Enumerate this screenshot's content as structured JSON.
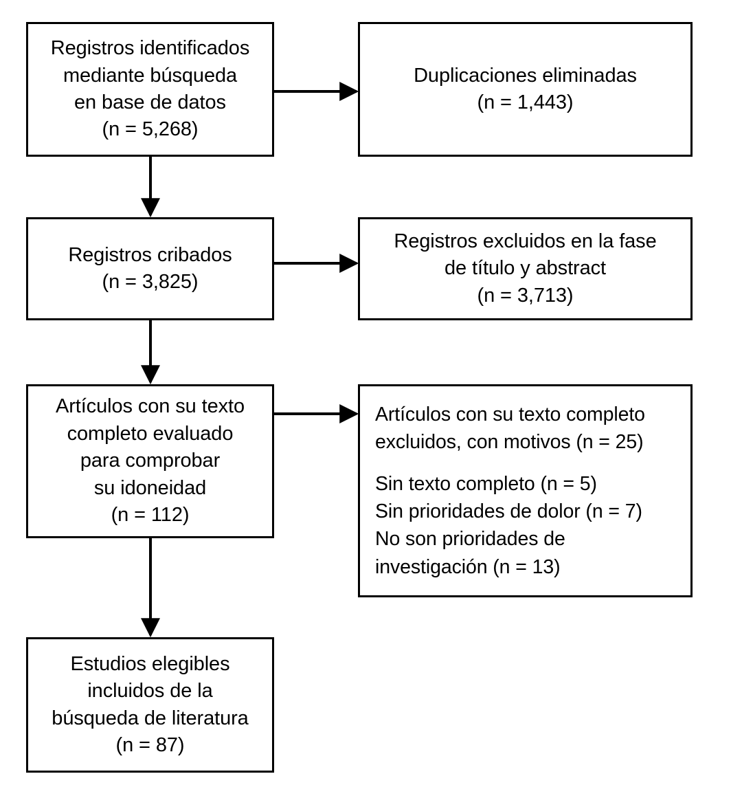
{
  "diagram": {
    "type": "prisma-flow-diagram",
    "language": "es",
    "background_color": "#ffffff",
    "line_color": "#000000",
    "text_color": "#000000",
    "boxes": [
      {
        "id": "identified",
        "name": "records-identified-box",
        "align": "center",
        "lines": [
          "Registros identificados",
          "mediante búsqueda",
          "en base de datos",
          "(n = 5,268)"
        ]
      },
      {
        "id": "duplicates",
        "name": "duplicates-removed-box",
        "align": "center",
        "lines": [
          "Duplicaciones eliminadas",
          "(n = 1,443)"
        ]
      },
      {
        "id": "screened",
        "name": "records-screened-box",
        "align": "center",
        "lines": [
          "Registros cribados",
          "(n = 3,825)"
        ]
      },
      {
        "id": "excluded-screening",
        "name": "records-excluded-screening-box",
        "align": "center",
        "lines": [
          "Registros excluidos en la fase",
          "de título y abstract",
          "(n = 3,713)"
        ]
      },
      {
        "id": "fulltext-assessed",
        "name": "fulltext-assessed-box",
        "align": "center",
        "lines": [
          "Artículos con su texto",
          "completo evaluado",
          "para comprobar",
          "su idoneidad",
          "(n = 112)"
        ]
      },
      {
        "id": "fulltext-excluded",
        "name": "fulltext-excluded-reasons-box",
        "align": "left",
        "lines": [
          "Artículos con su texto completo",
          "excluidos, con motivos (n = 25)",
          "",
          "Sin texto completo (n = 5)",
          "Sin prioridades de dolor (n = 7)",
          "No son prioridades de",
          "investigación (n = 13)"
        ]
      },
      {
        "id": "included",
        "name": "studies-included-box",
        "align": "center",
        "lines": [
          "Estudios elegibles",
          "incluidos de la",
          "búsqueda de literatura",
          "(n = 87)"
        ]
      }
    ],
    "arrows": [
      {
        "name": "arrow-identified-to-duplicates",
        "direction": "right"
      },
      {
        "name": "arrow-identified-to-screened",
        "direction": "down"
      },
      {
        "name": "arrow-screened-to-excluded",
        "direction": "right"
      },
      {
        "name": "arrow-screened-to-fulltext",
        "direction": "down"
      },
      {
        "name": "arrow-fulltext-to-excluded-reasons",
        "direction": "right"
      },
      {
        "name": "arrow-fulltext-to-included",
        "direction": "down"
      }
    ]
  },
  "chart_data": {
    "type": "diagram-flow",
    "title": "PRISMA flow diagram (Spanish)",
    "stages": [
      {
        "stage": "Registros identificados mediante búsqueda en base de datos",
        "n": 5268
      },
      {
        "stage": "Duplicaciones eliminadas",
        "n": 1443
      },
      {
        "stage": "Registros cribados",
        "n": 3825
      },
      {
        "stage": "Registros excluidos en la fase de título y abstract",
        "n": 3713
      },
      {
        "stage": "Artículos con su texto completo evaluado para comprobar su idoneidad",
        "n": 112
      },
      {
        "stage": "Artículos con su texto completo excluidos, con motivos",
        "n": 25
      },
      {
        "stage": "Sin texto completo",
        "n": 5
      },
      {
        "stage": "Sin prioridades de dolor",
        "n": 7
      },
      {
        "stage": "No son prioridades de investigación",
        "n": 13
      },
      {
        "stage": "Estudios elegibles incluidos de la búsqueda de literatura",
        "n": 87
      }
    ]
  }
}
